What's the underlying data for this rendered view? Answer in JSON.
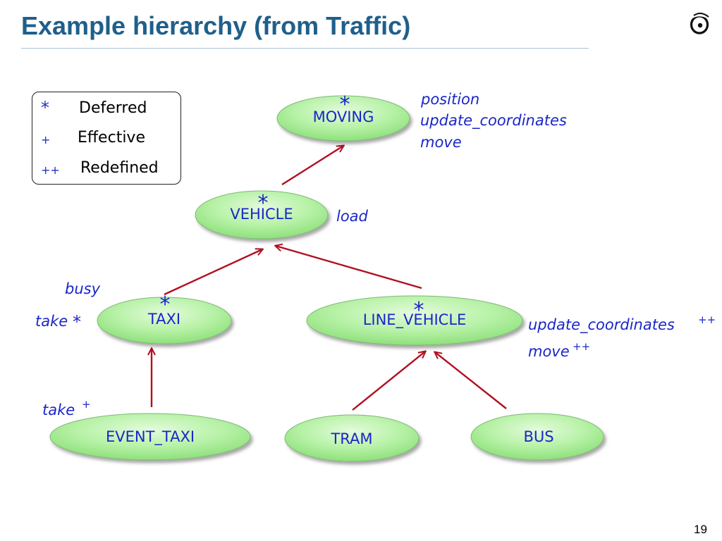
{
  "title": "Example hierarchy (from Traffic)",
  "page_number": "19",
  "logo_icon": "eiffel-logo-icon",
  "legend": [
    {
      "symbol": "*",
      "text": "Deferred"
    },
    {
      "symbol": "+",
      "text": "Effective"
    },
    {
      "symbol": "++",
      "text": "Redefined"
    }
  ],
  "nodes": {
    "moving": {
      "label": "MOVING",
      "mark": "*"
    },
    "vehicle": {
      "label": "VEHICLE",
      "mark": "*"
    },
    "taxi": {
      "label": "TAXI",
      "mark": "*"
    },
    "line_vehicle": {
      "label": "LINE_VEHICLE",
      "mark": "*"
    },
    "event_taxi": {
      "label": "EVENT_TAXI"
    },
    "tram": {
      "label": "TRAM"
    },
    "bus": {
      "label": "BUS"
    }
  },
  "features": {
    "moving": [
      "position",
      "update_coordinates",
      "move"
    ],
    "vehicle": [
      "load"
    ],
    "taxi_busy": "busy",
    "taxi_take": {
      "name": "take",
      "mark": "*"
    },
    "line_vehicle_update": {
      "name": "update_coordinates",
      "mark": "++"
    },
    "line_vehicle_move": {
      "name": "move",
      "mark": "++"
    },
    "event_taxi_take": {
      "name": "take",
      "mark": "+"
    }
  },
  "colors": {
    "title": "#1f5f8b",
    "node_fill": "#b8f2a8",
    "text": "#1a26c9",
    "arrow": "#b01020"
  }
}
